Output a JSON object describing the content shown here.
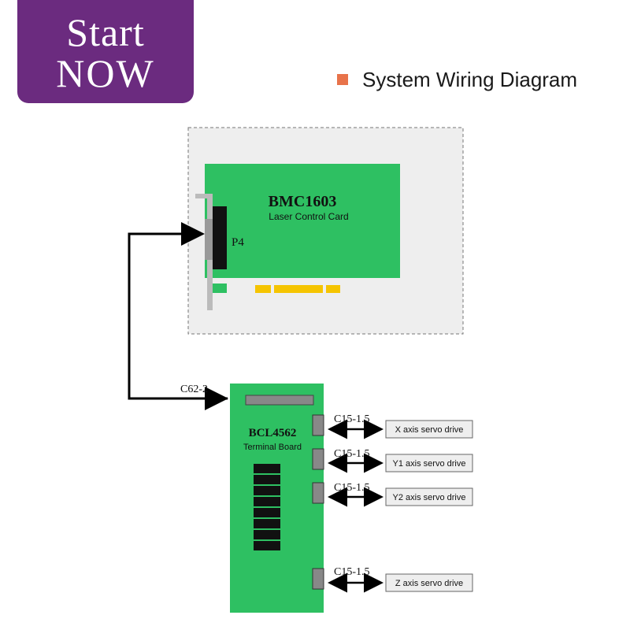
{
  "logo": {
    "line1": "Start",
    "line2": "NOW"
  },
  "title": "System Wiring Diagram",
  "control_card": {
    "model": "BMC1603",
    "subtitle": "Laser Control Card",
    "port": "P4"
  },
  "cable_main": "C62-2",
  "terminal_board": {
    "model": "BCL4562",
    "subtitle": "Terminal Board"
  },
  "drives": [
    {
      "cable": "C15-1.5",
      "label": "X axis servo drive"
    },
    {
      "cable": "C15-1.5",
      "label": "Y1 axis servo drive"
    },
    {
      "cable": "C15-1.5",
      "label": "Y2 axis servo drive"
    },
    {
      "cable": "C15-1.5",
      "label": "Z axis servo drive"
    }
  ],
  "colors": {
    "board": "#2ec062",
    "logo_bg": "#6b2b7f",
    "bullet": "#e8734a",
    "slot": "#f5c400"
  }
}
